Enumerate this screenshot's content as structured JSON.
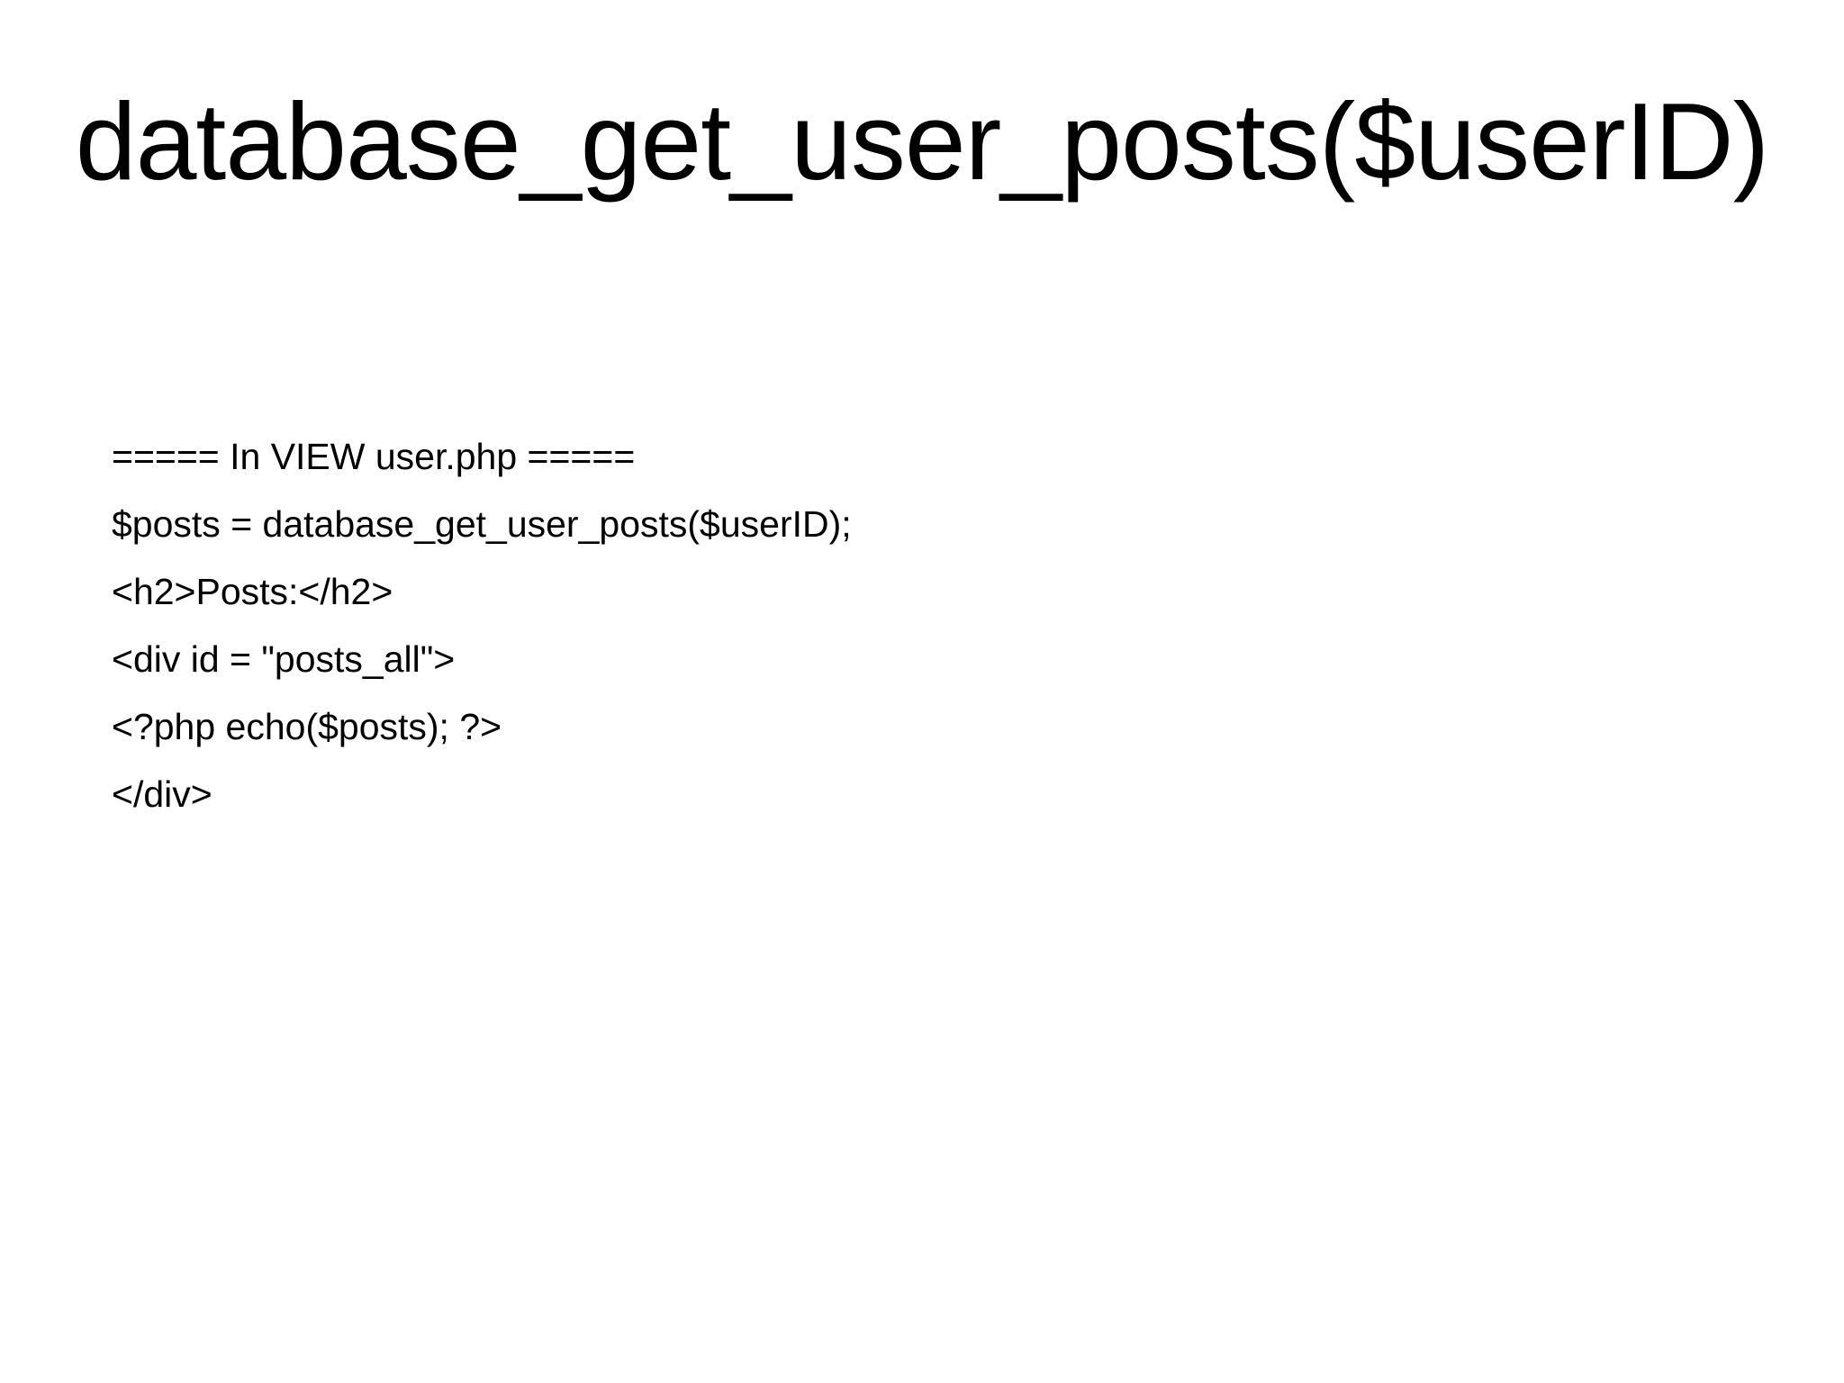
{
  "slide": {
    "title": "database_get_user_posts($userID)",
    "lines": [
      "===== In VIEW user.php =====",
      "$posts = database_get_user_posts($userID);",
      "<h2>Posts:</h2>",
      "<div id = \"posts_all\">",
      "<?php echo($posts); ?>",
      "</div>"
    ]
  }
}
